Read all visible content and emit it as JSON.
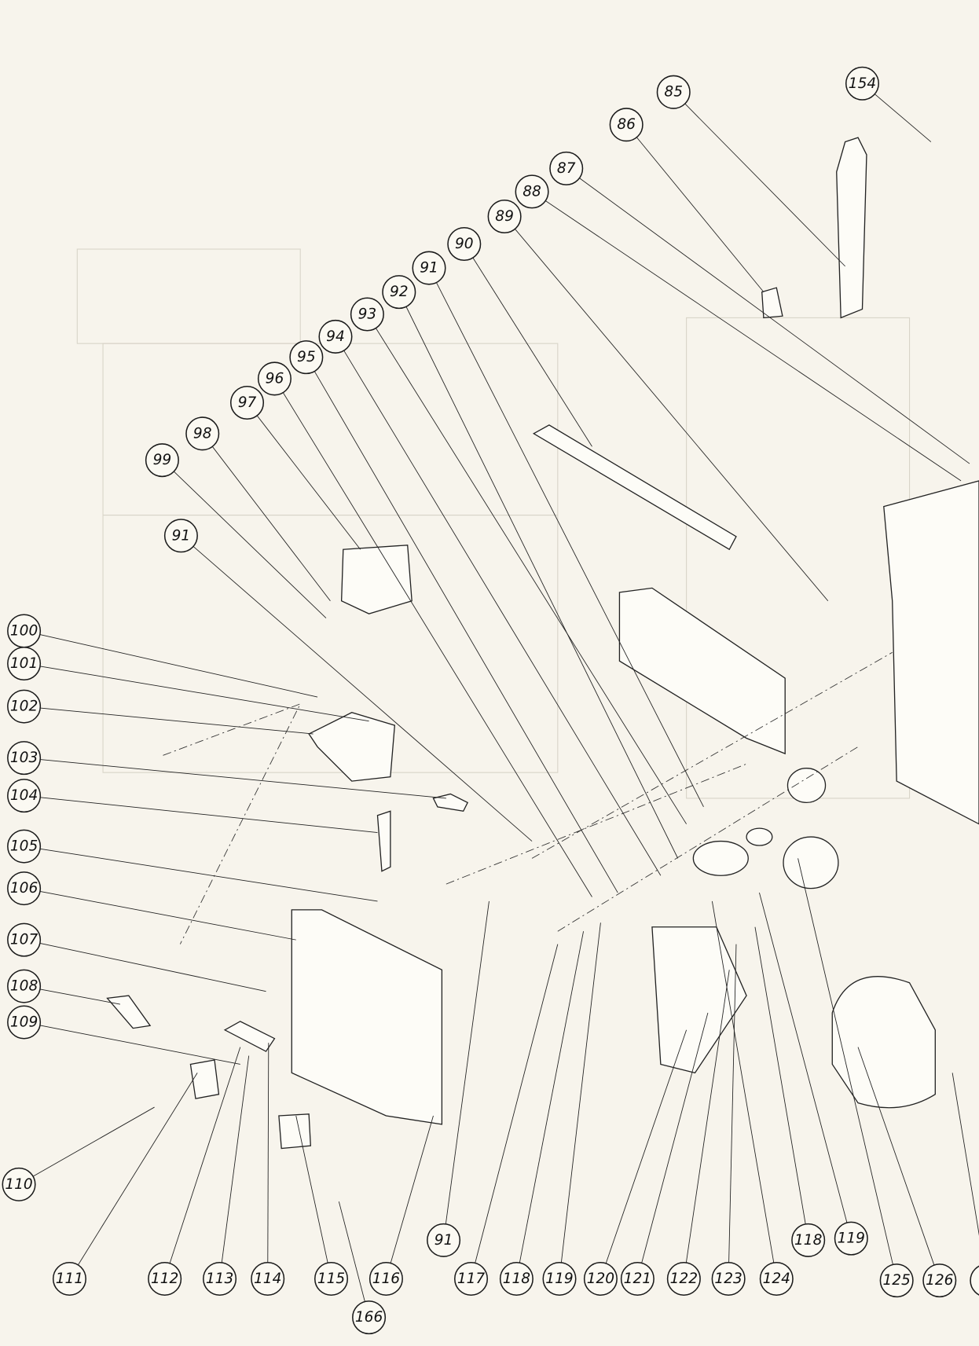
{
  "diagram": {
    "type": "exploded-parts-view",
    "callouts": [
      "154",
      "85",
      "86",
      "87",
      "88",
      "89",
      "90",
      "91",
      "92",
      "93",
      "94",
      "95",
      "96",
      "97",
      "98",
      "99",
      "91",
      "100",
      "101",
      "102",
      "103",
      "104",
      "105",
      "106",
      "107",
      "108",
      "109",
      "110",
      "111",
      "112",
      "113",
      "114",
      "115",
      "166",
      "116",
      "91",
      "117",
      "118",
      "119",
      "120",
      "121",
      "122",
      "123",
      "124",
      "118",
      "119",
      "125",
      "126",
      ""
    ]
  },
  "colors": {
    "paper": "#f7f4ec",
    "ink": "#1a1a1a"
  }
}
